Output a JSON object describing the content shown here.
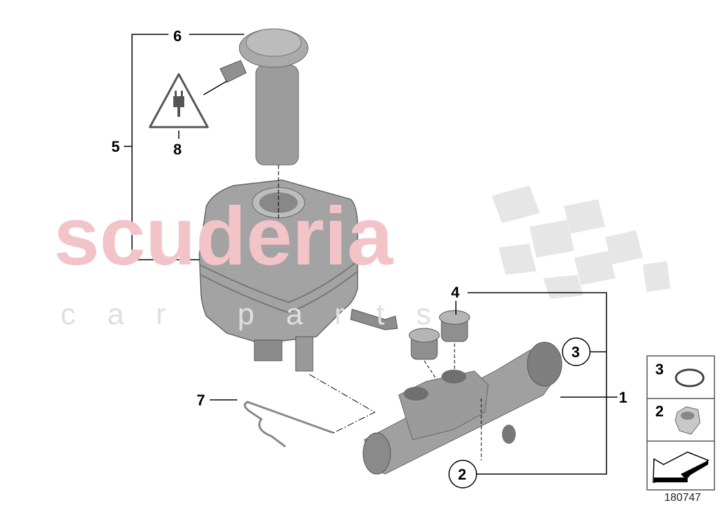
{
  "diagram": {
    "callouts": {
      "part_1": "1",
      "part_2": "2",
      "part_3": "3",
      "part_4": "4",
      "part_5": "5",
      "part_6": "6",
      "part_7": "7",
      "part_8": "8"
    },
    "legend": [
      {
        "label": "3",
        "icon": "o-ring-icon"
      },
      {
        "label": "2",
        "icon": "hex-nut-icon"
      },
      {
        "label": "",
        "icon": "arrow-icon"
      }
    ],
    "diagram_number": "180747"
  },
  "watermark": {
    "main": "scuderia",
    "sub": "car parts"
  },
  "colors": {
    "part_grey": "#9a9a9a",
    "watermark_red": "#f2c4c8",
    "line": "#000000"
  }
}
